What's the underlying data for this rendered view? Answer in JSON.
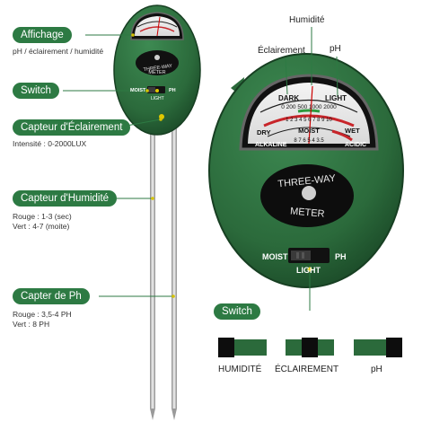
{
  "left_labels": {
    "affichage": "Affichage",
    "affichage_note": "pH / éclairement / humidité",
    "switch": "Switch",
    "capteur_eclairement": "Capteur d'Éclairement",
    "intensite": "Intensité : 0-2000LUX",
    "capteur_humidite": "Capteur d'Humidité",
    "humidite_rouge": "Rouge : 1-3 (sec)",
    "humidite_vert": "Vert : 4-7 (moite)",
    "capteur_ph": "Capter de Ph",
    "ph_rouge": "Rouge : 3,5-4 PH",
    "ph_vert": "Vert : 8 PH"
  },
  "right_labels": {
    "humidite": "Humidité",
    "eclairement": "Éclairement",
    "ph": "pH",
    "switch": "Switch"
  },
  "device": {
    "brand_line1": "THREE-WAY",
    "brand_line2": "METER",
    "dark": "DARK",
    "light": "LIGHT",
    "dry": "DRY",
    "wet": "WET",
    "moist": "MOIST",
    "alkaline": "ALKALINE",
    "acidic": "ACIDIC",
    "switch_moist": "MOIST",
    "switch_ph": "PH",
    "switch_light": "LIGHT",
    "scale_light": "0 200 500   1000 2000",
    "scale_moist": "1 2 3 4 5 6 7 8 9 10",
    "scale_ph": "8   7   6   5   4   3.5"
  },
  "legend": {
    "humidite": "HUMIDITÉ",
    "eclairement": "ÉCLAIREMENT",
    "ph": "pH"
  },
  "colors": {
    "brand_green": "#2d7a43",
    "device_green": "#2f6e3e",
    "device_dark": "#1f4e2b",
    "label_red": "#c8252a"
  }
}
